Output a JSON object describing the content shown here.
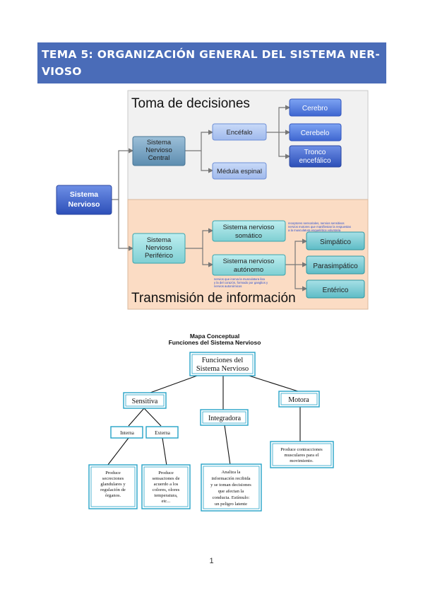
{
  "title": "TEMA 5: ORGANIZACIÓN GENERAL DEL SISTEMA NERVIOSO",
  "title_lines": [
    "TEMA 5: ORGANIZACIÓN GENERAL DEL SISTEMA NER-",
    "VIOSO"
  ],
  "colors": {
    "banner": "#4a6cb8",
    "top_band": "#f1f1f1",
    "bottom_band": "#fbdcc4",
    "teal_box": "#8fd3d6",
    "blue_box": "#4f7be0",
    "cyan_border": "#25a3c8"
  },
  "diagram1": {
    "section_top": "Toma de decisiones",
    "section_bottom": "Transmisión de información",
    "root": [
      "Sistema",
      "Nervioso"
    ],
    "snc": [
      "Sistema",
      "Nervioso",
      "Central"
    ],
    "snp": [
      "Sistema",
      "Nervioso",
      "Periférico"
    ],
    "encefalo": "Encéfalo",
    "medula": "Médula espinal",
    "cerebro": "Cerebro",
    "cerebelo": "Cerebelo",
    "tronco": [
      "Tronco",
      "encefálico"
    ],
    "somatico": [
      "Sistema nervioso",
      "somático"
    ],
    "autonomo": [
      "Sistema nervioso",
      "autónomo"
    ],
    "simpatico": "Simpático",
    "parasimpatico": "Parasimpático",
    "enterico": "Entérico",
    "note_somatico": [
      "receptores sensoriales, nervios sensitivos",
      "nervios motores que manifiestan la respuestas",
      "a la musculatura esquelética voluntaria"
    ],
    "note_autonomo": [
      "nervios que inerva la musculatura lisa",
      "y la del corazón, formado por ganglios y",
      "nervios autonómicos"
    ]
  },
  "diagram2": {
    "title_lines": [
      "Mapa Conceptual",
      "Funciones del Sistema Nervioso"
    ],
    "root": [
      "Funciones del",
      "Sistema Nervioso"
    ],
    "sensitiva": "Sensitiva",
    "integradora": "Integradora",
    "motora": "Motora",
    "interna": "Interna",
    "externa": "Externa",
    "leaf_interna": [
      "Produce",
      "secreciones",
      "glandulares y",
      "regulación de",
      "órganos."
    ],
    "leaf_externa": [
      "Produce",
      "sensaciones de",
      "acuerdo a los",
      "colores, olores",
      "temperatura,",
      "etc..."
    ],
    "leaf_integradora": [
      "Analiza la",
      "información recibida",
      "y se toman decisiones",
      "que afectan la",
      "conducta. Estímulo:",
      "un peligro latente"
    ],
    "leaf_motora": [
      "Produce contracciones",
      "musculares para el",
      "movimiento."
    ]
  },
  "page_number": "1"
}
